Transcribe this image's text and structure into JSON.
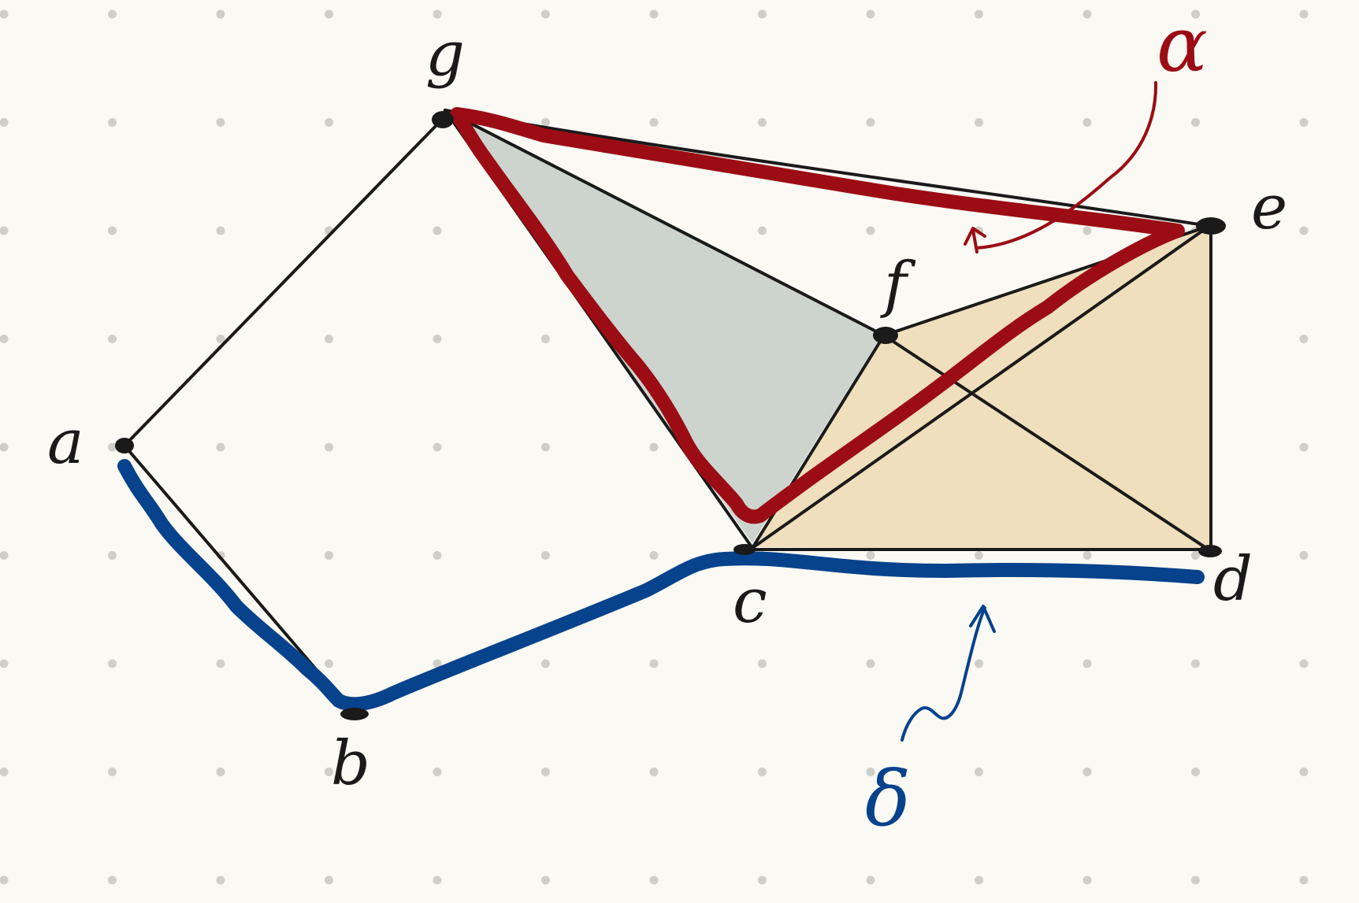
{
  "colors": {
    "background": "#faf9f3",
    "edge": "#1a1a1a",
    "gray_face": "#cdd3cd",
    "tan_face": "#efdfbc",
    "alpha_path": "#9b0c14",
    "delta_path": "#07428c"
  },
  "vertices": {
    "a": "a",
    "b": "b",
    "c": "c",
    "d": "d",
    "e": "e",
    "f": "f",
    "g": "g"
  },
  "edges": [
    [
      "g",
      "a"
    ],
    [
      "a",
      "b"
    ],
    [
      "g",
      "c"
    ],
    [
      "g",
      "f"
    ],
    [
      "g",
      "e"
    ],
    [
      "f",
      "c"
    ],
    [
      "f",
      "e"
    ],
    [
      "f",
      "d"
    ],
    [
      "c",
      "e"
    ],
    [
      "c",
      "d"
    ],
    [
      "e",
      "d"
    ]
  ],
  "faces": [
    {
      "vertices": [
        "g",
        "f",
        "c"
      ],
      "color": "gray"
    },
    {
      "vertices": [
        "c",
        "f",
        "e",
        "d"
      ],
      "color": "tan"
    }
  ],
  "paths": {
    "alpha": {
      "label": "α",
      "color": "#9b0c14"
    },
    "delta": {
      "label": "δ",
      "color": "#07428c"
    }
  }
}
